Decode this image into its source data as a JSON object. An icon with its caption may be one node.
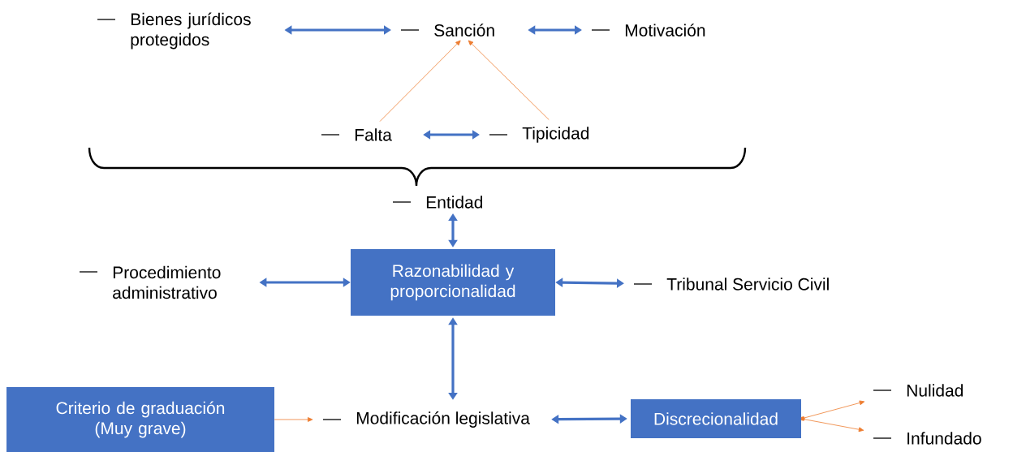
{
  "diagram": {
    "nodes": [
      {
        "text": [
          "Bienes jurídicos protegidos"
        ]
      },
      {
        "text": [
          "Sanción"
        ]
      },
      {
        "text": [
          "Motivación"
        ]
      },
      {
        "text": [
          "Falta"
        ]
      },
      {
        "text": [
          "Tipicidad"
        ]
      },
      {
        "text": [
          "Entidad"
        ]
      },
      {
        "text": [
          "Procedimiento administrativo"
        ]
      },
      {
        "text": [
          "Razonabilidad y proporcionalidad"
        ]
      },
      {
        "text": [
          "Tribunal Servicio Civil"
        ]
      },
      {
        "text": [
          "Criterio de graduación (Muy grave)"
        ]
      },
      {
        "text": [
          "Modificación legislativa"
        ]
      },
      {
        "text": [
          "Discrecionalidad"
        ]
      },
      {
        "text": [
          "Nulidad"
        ]
      },
      {
        "text": [
          "Infundado"
        ]
      }
    ],
    "edges": [
      {
        "from": 0,
        "to": 1,
        "arrow": "both"
      },
      {
        "from": 1,
        "to": 2,
        "arrow": "both"
      },
      {
        "from": 3,
        "to": 1,
        "arrow": "to",
        "color": "#ed7d31"
      },
      {
        "from": 4,
        "to": 1,
        "arrow": "to",
        "color": "#ed7d31"
      },
      {
        "from": 3,
        "to": 4,
        "arrow": "both"
      },
      {
        "from": 5,
        "to": 7,
        "arrow": "both"
      },
      {
        "from": 6,
        "to": 7,
        "arrow": "both"
      },
      {
        "from": 7,
        "to": 8,
        "arrow": "both"
      },
      {
        "from": 7,
        "to": 10,
        "arrow": "both"
      },
      {
        "from": 9,
        "to": 10,
        "arrow": "to",
        "color": "#ed7d31"
      },
      {
        "from": 10,
        "to": 11,
        "arrow": "both"
      },
      {
        "from": 11,
        "to": 12,
        "arrow": "to",
        "color": "#ed7d31"
      },
      {
        "from": 11,
        "to": 13,
        "arrow": "to",
        "color": "#ed7d31"
      }
    ]
  }
}
